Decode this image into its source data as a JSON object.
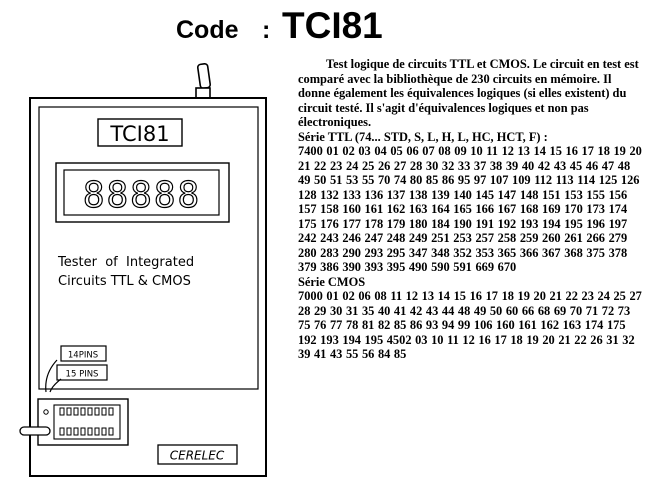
{
  "header": {
    "label": "Code",
    "colon": ":",
    "code": "TCI81"
  },
  "device": {
    "model_label": "TCI81",
    "display_digits": "88888",
    "caption_line1": "Tester  of  Integrated",
    "caption_line2": "Circuits TTL & CMOS",
    "pins_14": "14PINS",
    "pins_15": "15 PINS",
    "brand": "CERELEC"
  },
  "description": {
    "intro": "Test logique de circuits TTL et CMOS. Le circuit en test est comparé avec la bibliothèque de 230 circuits en mémoire. Il donne également les équivalences logiques (si elles existent) du circuit testé. Il s'agit d'équivalences logiques et non pas électroniques.",
    "ttl_heading": "Série TTL (74... STD, S, L, H, L,  HC, HCT, F) :",
    "ttl_codes": "7400 01 02 03 04 05 06 07 08 09 10 11 12 13 14 15 16 17 18 19 20 21 22 23 24 25 26 27 28 30 32 33 37 38 39 40 42 43 45 46 47 48 49 50 51 53 55 70 74 80 85 86 95 97 107 109 112 113 114 125 126 128 132 133 136 137 138 139 140 145 147 148 151 153 155 156 157 158 160 161 162 163 164 165 166 167 168 169 170 173 174 175 176 177 178 179 180 184 190 191 192 193 194 195 196 197 242 243 246 247 248 249 251 253 257 258 259 260 261 266 279 280 283 290 293 295 347 348 352 353 365 366 367 368 375 378 379 386 390 393 395 490 590 591 669 670",
    "cmos_heading": "Série CMOS",
    "cmos_codes": "7000 01 02 06 08 11 12 13 14 15 16 17 18 19 20 21 22 23 24 25 27 28 29 30 31 35 40 41 42 43 44 48 49 50 60 66 68 69 70 71 72 73 75 76 77 78 81 82 85 86 93 94 99 106 160 161 162 163 174 175 192 193 194 195 4502 03 10 11 12 16 17 18 19 20 21 22 26 31 32 39 41 43 55 56 84 85"
  }
}
